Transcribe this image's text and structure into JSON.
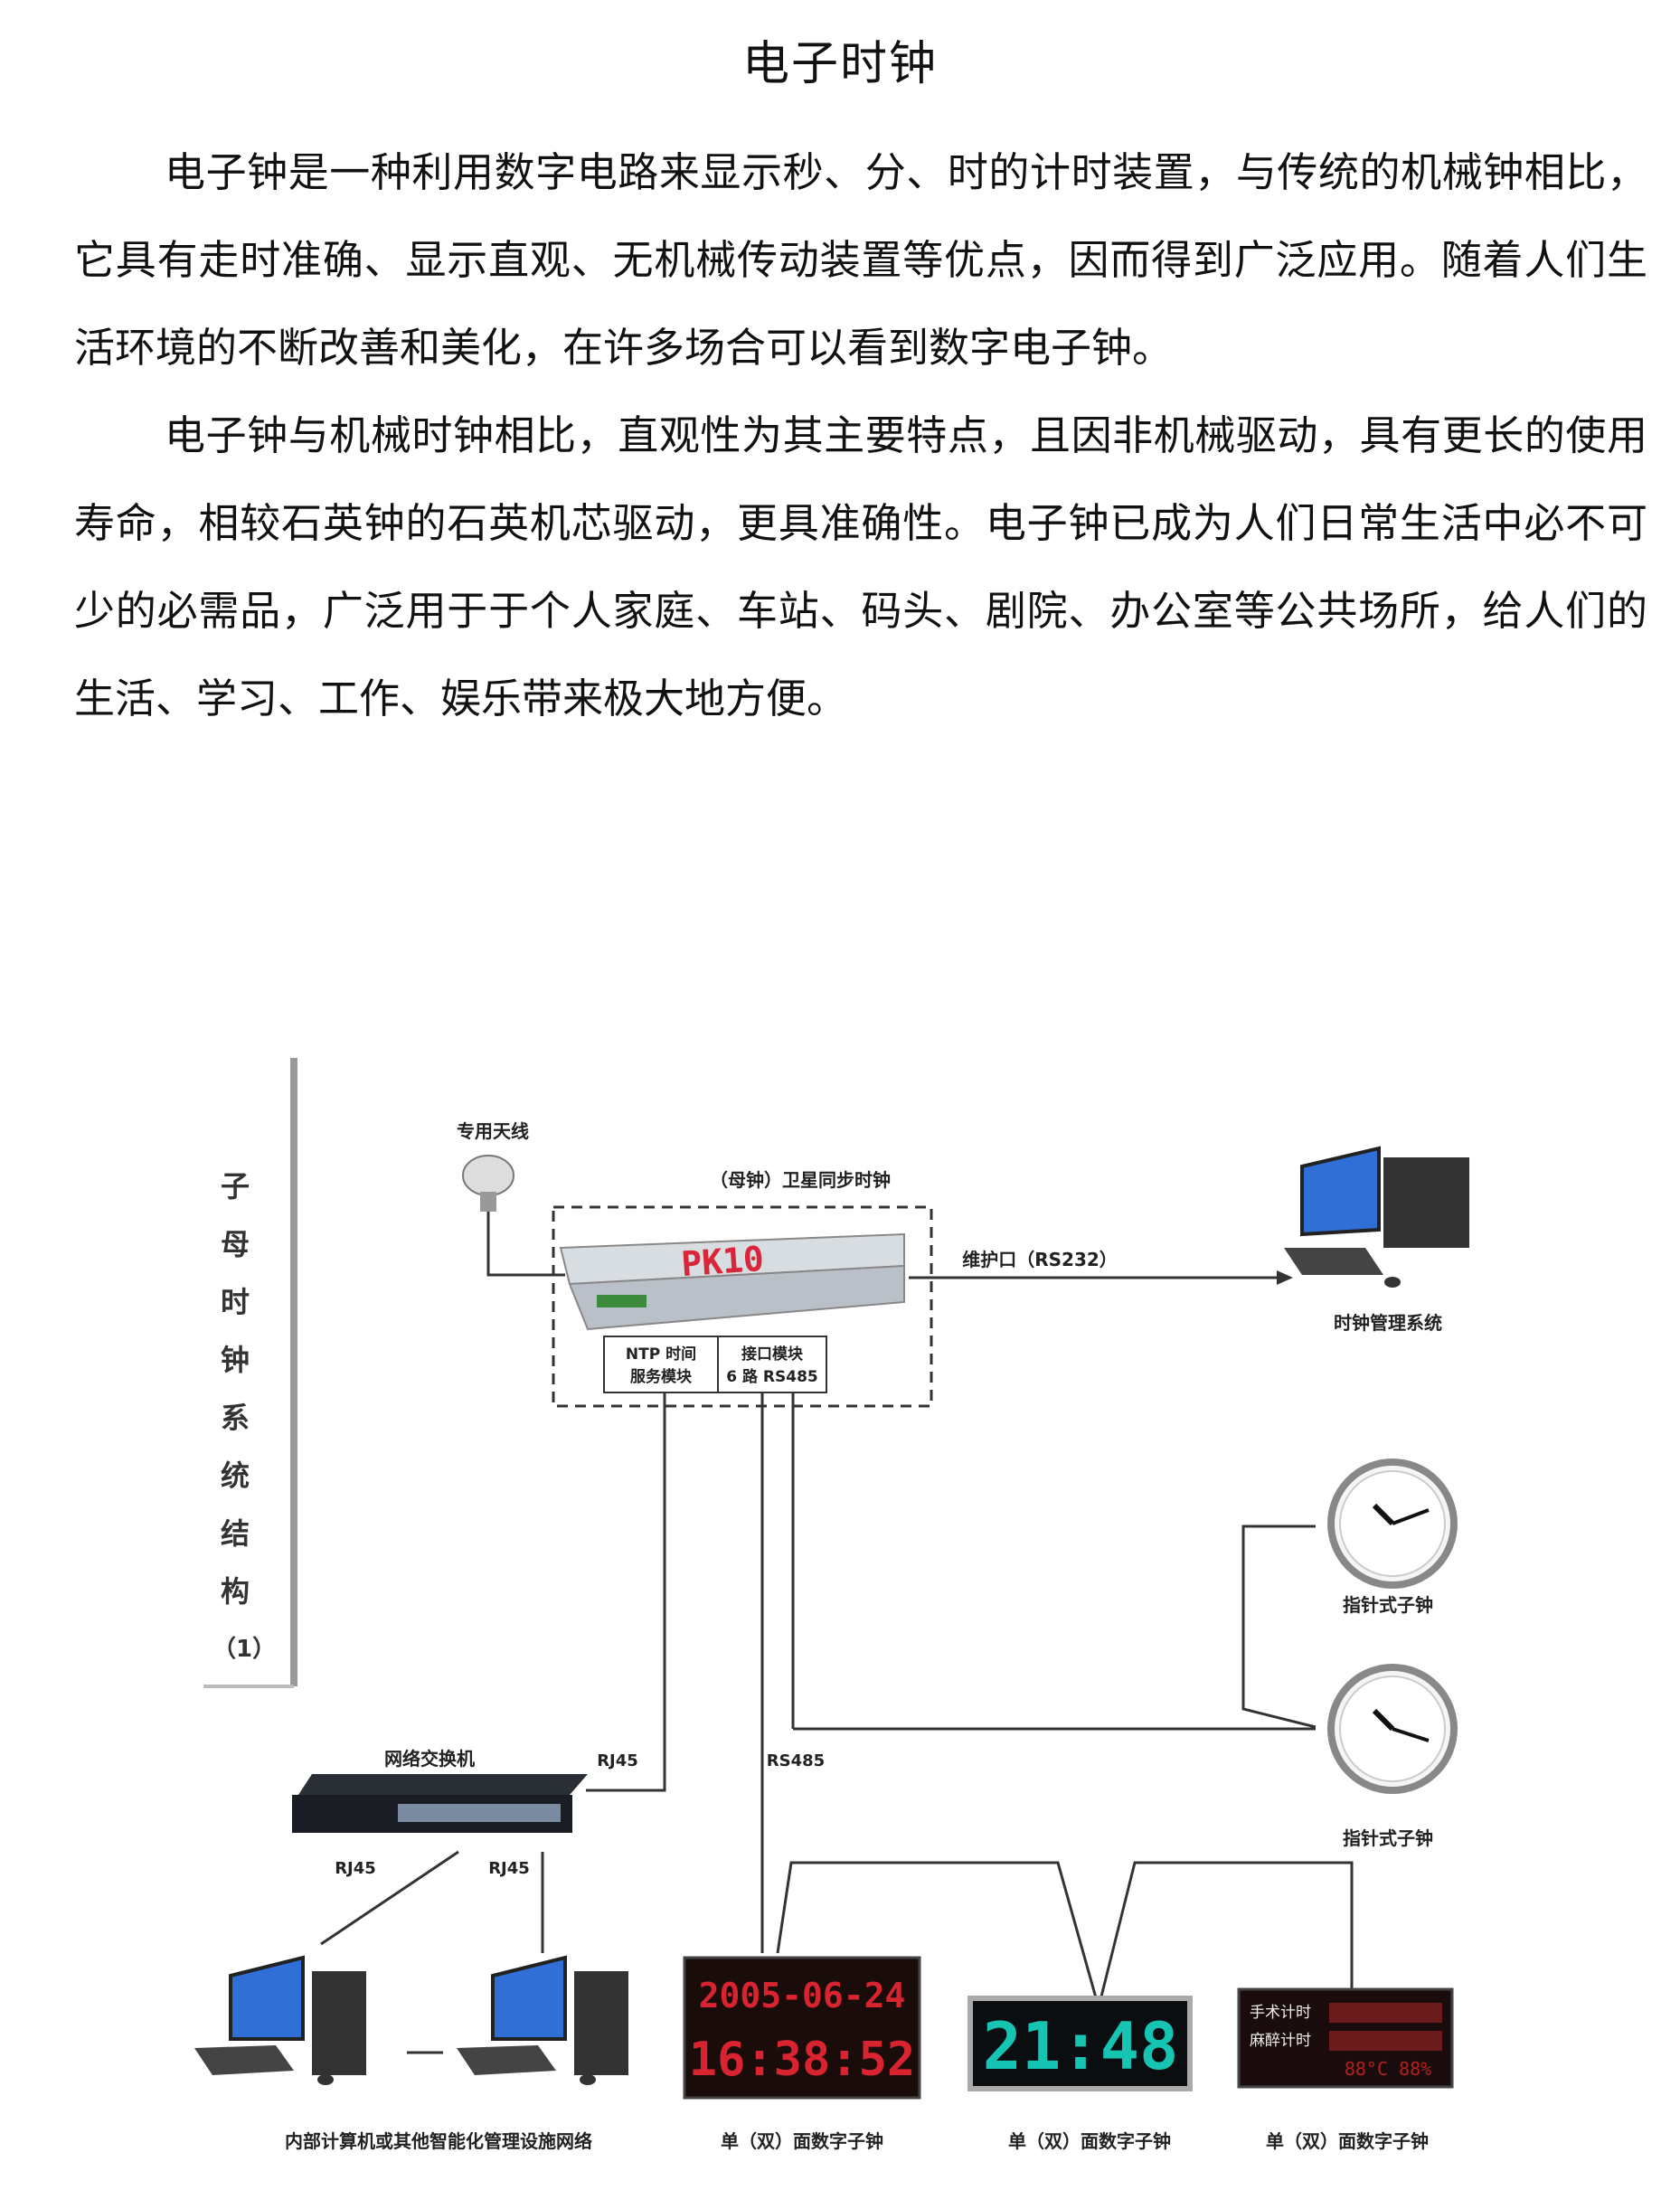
{
  "document": {
    "title": "电子时钟",
    "paragraphs": [
      "电子钟是一种利用数字电路来显示秒、分、时的计时装置，与传统的机械钟相比，它具有走时准确、显示直观、无机械传动装置等优点，因而得到广泛应用。随着人们生活环境的不断改善和美化，在许多场合可以看到数字电子钟。",
      "电子钟与机械时钟相比，直观性为其主要特点，且因非机械驱动，具有更长的使用寿命，相较石英钟的石英机芯驱动，更具准确性。电子钟已成为人们日常生活中必不可少的必需品，广泛用于于个人家庭、车站、码头、剧院、办公室等公共场所，给人们的生活、学习、工作、娱乐带来极大地方便。"
    ]
  },
  "diagram": {
    "side_title_chars": [
      "子",
      "母",
      "时",
      "钟",
      "系",
      "统",
      "结",
      "构",
      "（1）"
    ],
    "antenna_label": "专用天线",
    "master_clock_label": "（母钟）卫星同步时钟",
    "master_display": "PK10",
    "ntp_module_line1": "NTP 时间",
    "ntp_module_line2": "服务模块",
    "interface_module_line1": "接口模块",
    "interface_module_line2": "6 路 RS485",
    "maintenance_port_label": "维护口（RS232）",
    "management_system_label": "时钟管理系统",
    "analog_clock_label_1": "指针式子钟",
    "analog_clock_label_2": "指针式子钟",
    "switch_label": "网络交换机",
    "rj45_top": "RJ45",
    "rs485_label": "RS485",
    "rj45_left": "RJ45",
    "rj45_right": "RJ45",
    "network_label": "内部计算机或其他智能化管理设施网络",
    "digital_clock_1_line1": "2005-06-24",
    "digital_clock_1_line2": "16:38:52",
    "digital_clock_1_label": "单（双）面数字子钟",
    "digital_clock_2_time": "21:48",
    "digital_clock_2_label": "单（双）面数字子钟",
    "digital_clock_3_row1": "手术计时",
    "digital_clock_3_row2": "麻醉计时",
    "digital_clock_3_row3": "88°C 88%",
    "digital_clock_3_label": "单（双）面数字子钟"
  }
}
